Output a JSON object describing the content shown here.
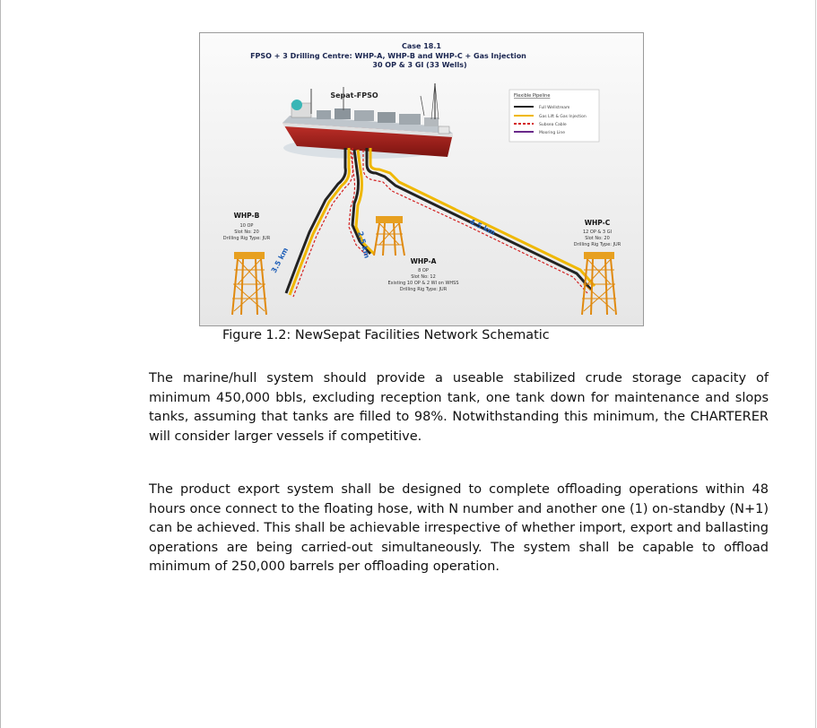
{
  "figure": {
    "title_lines": [
      "Case 18.1",
      "FPSO + 3 Drilling Centre: WHP-A, WHP-B and WHP-C + Gas Injection",
      "30 OP & 3 GI (33 Wells)"
    ],
    "vessel_label": "Sepat-FPSO",
    "legend": {
      "title": "Flexible Pipeline",
      "items": [
        {
          "label": "Full Wellstream",
          "color": "#222222"
        },
        {
          "label": "Gas Lift & Gas Injection",
          "color": "#f0b800"
        },
        {
          "label": "Subsea Cable",
          "color": "#d42020"
        },
        {
          "label": "Mooring Line",
          "color": "#6a2a8a"
        }
      ]
    },
    "platforms": {
      "whp_b": {
        "name": "WHP-B",
        "lines": [
          "10 OP",
          "Slot No: 20",
          "Drilling Rig Type: JUR"
        ]
      },
      "whp_a": {
        "name": "WHP-A",
        "lines": [
          "8 OP",
          "Slot No: 12",
          "Existing 10 OP & 2 WI on WHSS",
          "Drilling Rig Type: JUR"
        ]
      },
      "whp_c": {
        "name": "WHP-C",
        "lines": [
          "12 OP & 3 GI",
          "Slot No: 20",
          "Drilling Rig Type: JUR"
        ]
      }
    },
    "distances": {
      "b": "3.5 km",
      "a": "2.5 km",
      "c": "4.5 km"
    }
  },
  "caption": "Figure 1.2: NewSepat Facilities Network Schematic",
  "paragraphs": [
    "The marine/hull system should provide a useable stabilized crude storage capacity of minimum 450,000 bbls, excluding reception tank, one tank down for maintenance and slops tanks, assuming that tanks are filled to 98%. Notwithstanding this minimum, the CHARTERER will consider larger vessels if competitive.",
    "The product export system shall be designed to complete offloading operations within 48 hours once connect to the floating hose, with N number and another one (1) on-standby (N+1) can be achieved. This shall be achievable irrespective of whether import, export and ballasting operations are being carried-out simultaneously. The system shall be capable to offload minimum of 250,000 barrels per offloading operation."
  ]
}
